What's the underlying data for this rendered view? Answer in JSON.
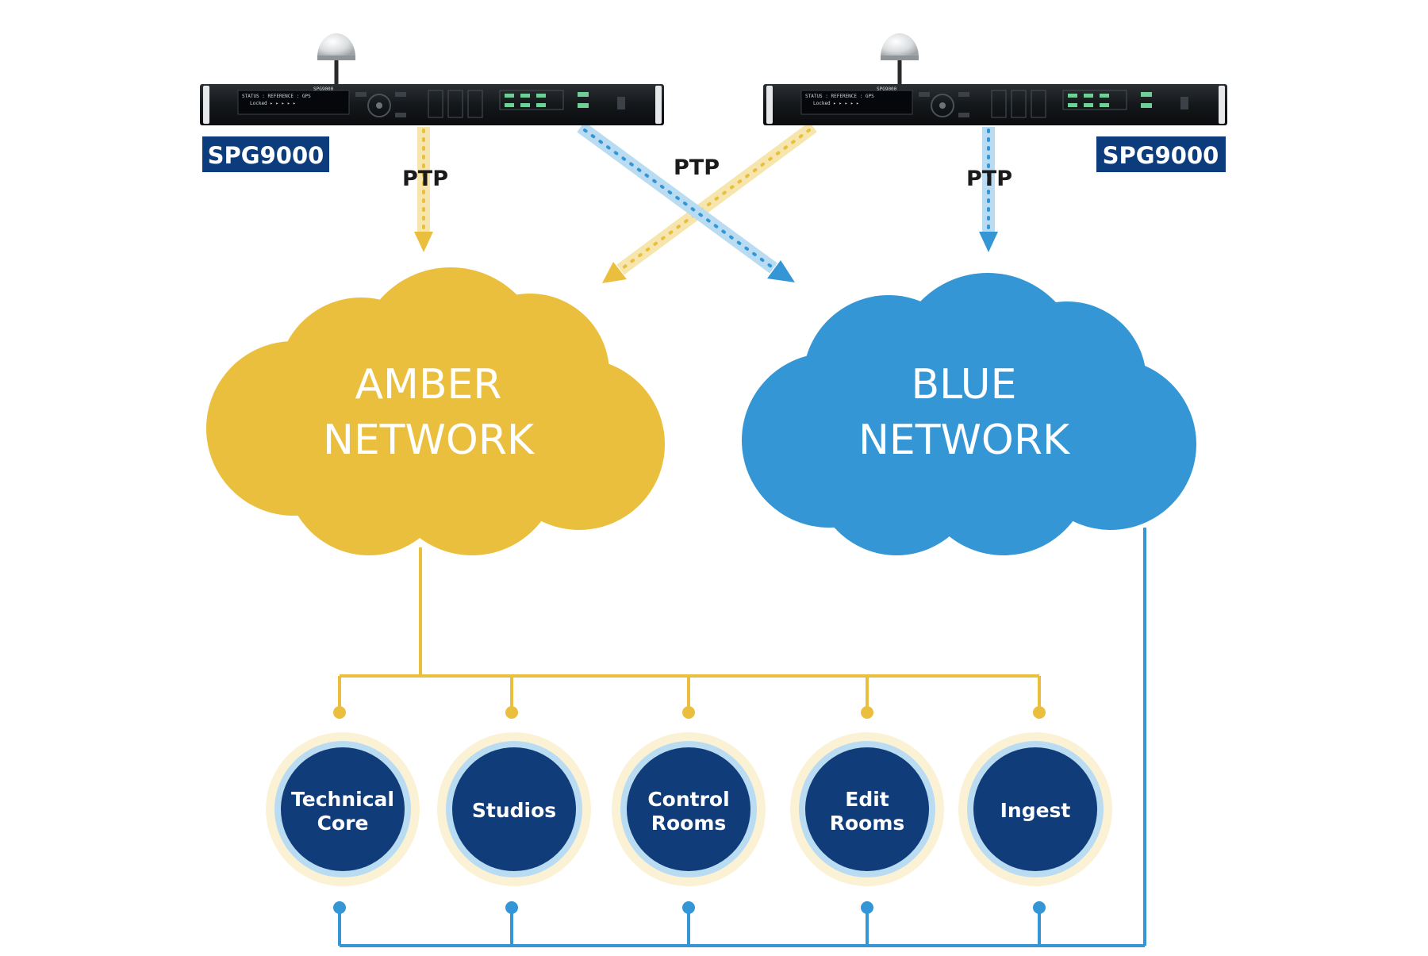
{
  "colors": {
    "amber": "#ebbf3e",
    "amber_light": "#f6e6ae",
    "blue": "#3596d5",
    "blue_light": "#b9dcf2",
    "navy": "#103d7a",
    "badge": "#0d3c7c"
  },
  "devices": [
    {
      "badge": "SPG9000",
      "screen_line1": "STATUS : REFERENCE : GPS",
      "screen_line2": "Locked ▸ ▸ ▸ ▸ ▸",
      "model": "SPG9000"
    },
    {
      "badge": "SPG9000",
      "screen_line1": "STATUS : REFERENCE : GPS",
      "screen_line2": "Locked ▸ ▸ ▸ ▸ ▸",
      "model": "SPG9000"
    }
  ],
  "links": {
    "left_ptp": "PTP",
    "cross_ptp": "PTP",
    "right_ptp": "PTP"
  },
  "networks": {
    "amber": {
      "line1": "AMBER",
      "line2": "NETWORK"
    },
    "blue": {
      "line1": "BLUE",
      "line2": "NETWORK"
    }
  },
  "nodes": [
    {
      "line1": "Technical",
      "line2": "Core"
    },
    {
      "line1": "Studios",
      "line2": ""
    },
    {
      "line1": "Control",
      "line2": "Rooms"
    },
    {
      "line1": "Edit",
      "line2": "Rooms"
    },
    {
      "line1": "Ingest",
      "line2": ""
    }
  ]
}
